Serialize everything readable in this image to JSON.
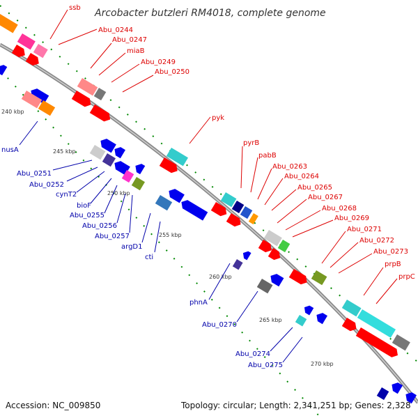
{
  "title": "Arcobacter butzleri RM4018, complete genome",
  "footer": {
    "accession": "Accession: NC_009850",
    "summary": "Topology: circular; Length: 2,341,251 bp; Genes: 2,328"
  },
  "colors": {
    "forward": "#ee0000",
    "reverse": "#0000dd",
    "backbone": "#8a8a8a",
    "tick": "#008800"
  },
  "ticks": [
    "240 kbp",
    "245 kbp",
    "250 kbp",
    "255 kbp",
    "260 kbp",
    "265 kbp",
    "270 kbp"
  ],
  "forward_labels": [
    "ssb",
    "Abu_0244",
    "Abu_0247",
    "miaB",
    "Abu_0249",
    "Abu_0250",
    "pyk",
    "pyrB",
    "pabB",
    "Abu_0263",
    "Abu_0264",
    "Abu_0265",
    "Abu_0267",
    "Abu_0268",
    "Abu_0269",
    "Abu_0271",
    "Abu_0272",
    "Abu_0273",
    "prpB",
    "prpC"
  ],
  "reverse_labels": [
    "nusA",
    "Abu_0251",
    "Abu_0252",
    "cynT2",
    "bioF",
    "Abu_0255",
    "Abu_0256",
    "Abu_0257",
    "argD1",
    "cti",
    "phnA",
    "Abu_0270",
    "Abu_0274",
    "Abu_0275"
  ]
}
